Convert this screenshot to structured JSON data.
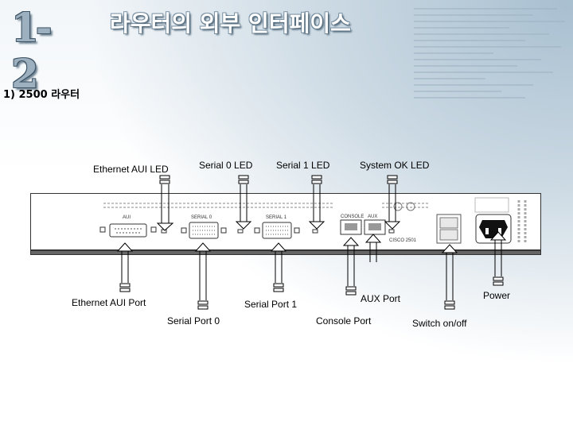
{
  "slide": {
    "number": "1-2",
    "title": "라우터의 외부 인터페이스",
    "subtitle": "1) 2500 라우터"
  },
  "labels": {
    "ethernet_aui_led": "Ethernet AUI LED",
    "serial0_led": "Serial 0 LED",
    "serial1_led": "Serial 1 LED",
    "system_ok_led": "System OK LED",
    "ethernet_aui_port": "Ethernet AUI Port",
    "serial_port_0": "Serial Port 0",
    "serial_port_1": "Serial Port 1",
    "console_port": "Console Port",
    "aux_port": "AUX Port",
    "switch": "Switch on/off",
    "power": "Power"
  },
  "panel": {
    "aui": "AUI",
    "serial0": "SERIAL 0",
    "serial1": "SERIAL 1",
    "console": "CONSOLE",
    "aux": "AUX",
    "brand": "CISCO 2501"
  },
  "colors": {
    "title_shadow": "#4a6274",
    "accent": "#9db0c0"
  }
}
